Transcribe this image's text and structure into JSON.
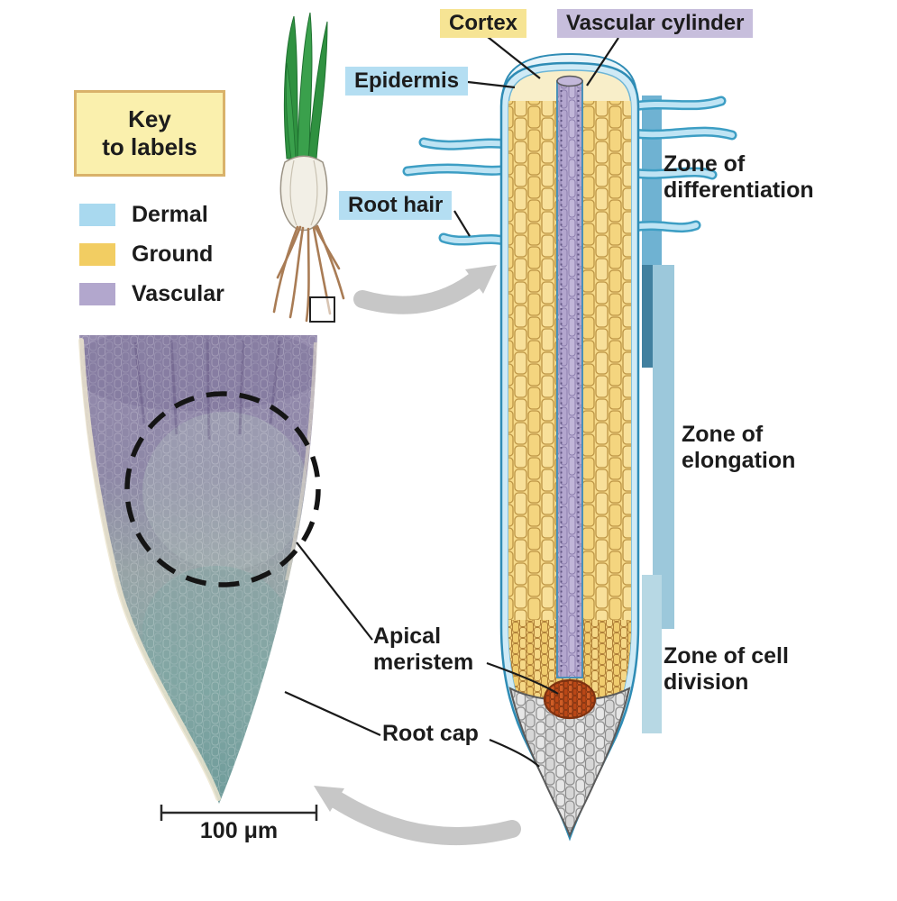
{
  "key_box": {
    "title": "Key\nto labels",
    "bg": "#faf0ad",
    "border": "#d9b26a",
    "items": [
      {
        "label": "Dermal",
        "color": "#a9d9ef"
      },
      {
        "label": "Ground",
        "color": "#f2cd62"
      },
      {
        "label": "Vascular",
        "color": "#b2a7cd"
      }
    ]
  },
  "callouts": {
    "cortex": {
      "label": "Cortex",
      "bg": "#f6e494"
    },
    "vascular_cylinder": {
      "label": "Vascular cylinder",
      "bg": "#c7bedc"
    },
    "epidermis": {
      "label": "Epidermis",
      "bg": "#b4def2"
    },
    "root_hair": {
      "label": "Root hair",
      "bg": "#b4def2"
    }
  },
  "zones": {
    "differentiation": "Zone of\ndifferentiation",
    "elongation": "Zone of\nelongation",
    "cell_division": "Zone of cell\ndivision"
  },
  "structures": {
    "apical_meristem": "Apical\nmeristem",
    "root_cap": "Root cap"
  },
  "micrograph": {
    "scale_label": "100 μm"
  },
  "colors": {
    "zone_bar_differentiation": "#6fb2d2",
    "zone_bar_overlap": "#41809f",
    "zone_bar_elongation": "#9cc8db",
    "zone_bar_division": "#b7d8e4",
    "epidermis_outline": "#2f8cb5",
    "cortex_fill": "#f6da8a",
    "vascular_fill": "#b9add2",
    "meristem_fill": "#c3511d",
    "root_cap_fill": "#dedede"
  }
}
